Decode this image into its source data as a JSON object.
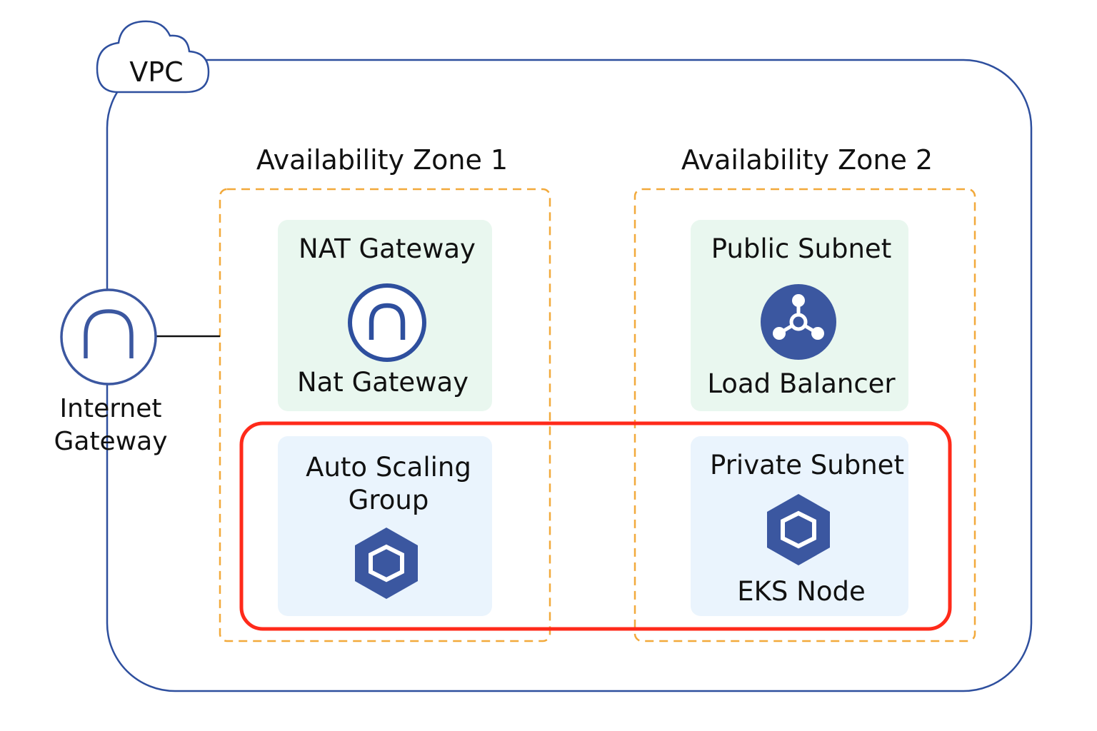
{
  "vpc": {
    "label": "VPC"
  },
  "internet_gateway": {
    "label": "Internet Gateway",
    "icon": "internet-gateway-icon"
  },
  "zones": [
    {
      "title": "Availability Zone 1"
    },
    {
      "title": "Availability Zone 2"
    }
  ],
  "nat_gateway_box": {
    "title": "NAT Gateway",
    "caption": "Nat Gateway",
    "icon": "nat-gateway-icon"
  },
  "public_subnet_box": {
    "title": "Public Subnet",
    "caption": "Load Balancer",
    "icon": "load-balancer-icon"
  },
  "auto_scaling_box": {
    "title": "Auto Scaling Group",
    "caption": "",
    "icon": "hexagon-icon"
  },
  "private_subnet_box": {
    "title": "Private Subnet",
    "caption": "EKS Node",
    "icon": "hexagon-icon"
  },
  "colors": {
    "vpc_border": "#2e4f9e",
    "zone_border": "#f2a93b",
    "public_bg": "#e9f7ef",
    "private_bg": "#eaf4fd",
    "icon_blue": "#3b57a0",
    "highlight": "#ff2a1a"
  }
}
